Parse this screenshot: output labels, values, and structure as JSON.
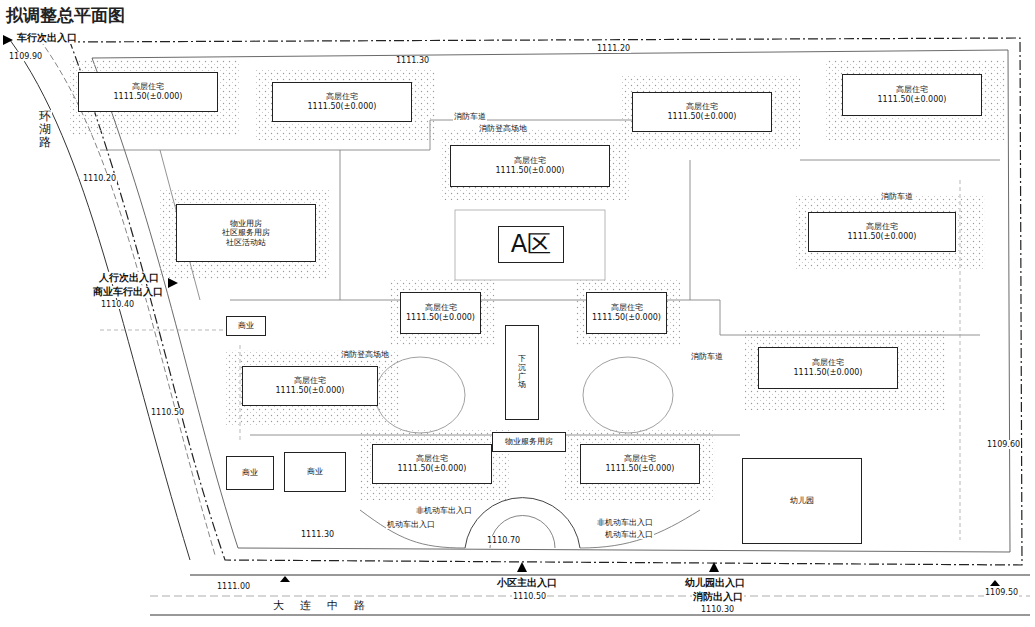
{
  "diagram": {
    "title": "拟调整总平面图",
    "nodes": [
      {
        "text": [
          "高层住宅",
          "1111.50(±0.000)"
        ]
      },
      {
        "text": [
          "高层住宅",
          "1111.50(±0.000)"
        ]
      },
      {
        "text": [
          "高层住宅",
          "1111.50(±0.000)"
        ]
      },
      {
        "text": [
          "高层住宅",
          "1111.50(±0.000)"
        ]
      },
      {
        "text": [
          "高层住宅",
          "1111.50(±0.000)"
        ]
      },
      {
        "text": [
          "物业用房",
          "社区服务用房",
          "社区活动站"
        ]
      },
      {
        "text": [
          "高层住宅",
          "1111.50(±0.000)"
        ]
      },
      {
        "text": [
          "A区"
        ]
      },
      {
        "text": [
          "高层住宅",
          "1111.50(±0.000)"
        ]
      },
      {
        "text": [
          "高层住宅",
          "1111.50(±0.000)"
        ]
      },
      {
        "text": [
          "商业"
        ]
      },
      {
        "text": [
          "高层住宅",
          "1111.50(±0.000)"
        ]
      },
      {
        "text": [
          "下沉广场"
        ]
      },
      {
        "text": [
          "高层住宅",
          "1111.50(±0.000)"
        ]
      },
      {
        "text": [
          "商业"
        ]
      },
      {
        "text": [
          "商业"
        ]
      },
      {
        "text": [
          "高层住宅",
          "1111.50(±0.000)"
        ]
      },
      {
        "text": [
          "高层住宅",
          "1111.50(±0.000)"
        ]
      },
      {
        "text": [
          "幼儿园"
        ]
      },
      {
        "text": [
          "物业服务用房"
        ]
      }
    ],
    "labels": [
      "车行次出入口",
      "1109.90",
      "环湖路",
      "1110.20",
      "人行次出入口",
      "商业车行出入口",
      "1110.40",
      "1110.50",
      "1111.00",
      "大连中路",
      "小区主出入口",
      "1110.50",
      "幼儿园出入口",
      "消防出入口",
      "1110.30",
      "1109.50",
      "1109.60",
      "1111.30",
      "1110.70",
      "1111.30",
      "消防车道",
      "消防车道",
      "消防车道",
      "消防登高场地",
      "消防登高场地",
      "机动车出入口",
      "非机动车出入口",
      "非机动车出入口",
      "机动车出入口",
      "1111.20"
    ]
  }
}
